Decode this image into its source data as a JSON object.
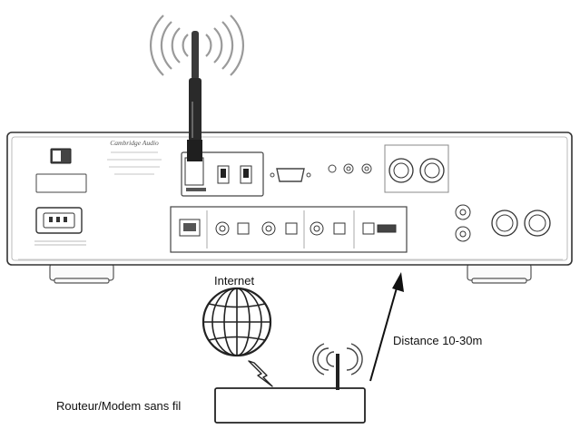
{
  "device": {
    "brand": "Cambridge Audio"
  },
  "labels": {
    "internet": "Internet",
    "distance": "Distance 10-30m",
    "router": "Routeur/Modem sans fil"
  }
}
